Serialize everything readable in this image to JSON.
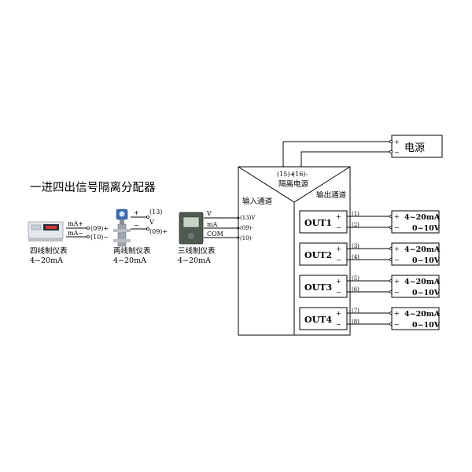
{
  "title": "一进四出信号隔离分配器",
  "power": {
    "label": "电源",
    "plus": "+",
    "minus": "−",
    "terminal_15": "(15)+",
    "terminal_16": "(16)-",
    "isolation_label": "隔离电源"
  },
  "input_channel_label": "输入通道",
  "output_channel_label": "输出通道",
  "input_terminals": {
    "t13": "(13)V",
    "t09": "(09)-",
    "t10": "(10)-"
  },
  "devices": {
    "four_wire": {
      "name": "四线制仪表",
      "range": "4~20mA",
      "ma_plus": "mA+",
      "ma_minus": "mA−",
      "t09": "(09)+",
      "t10": "(10)−"
    },
    "two_wire": {
      "name": "两线制仪表",
      "range": "4~20mA",
      "plus": "+",
      "minus": "−",
      "v": "V",
      "t13": "(13)",
      "t09": "(09)+"
    },
    "three_wire": {
      "name": "三线制仪表",
      "range": "4~20mA",
      "v": "V",
      "ma": "mA",
      "com": "COM"
    }
  },
  "outputs": [
    {
      "label": "OUT1",
      "t_plus": "(1)",
      "t_minus": "(2)",
      "sig1": "4~20mA",
      "sig2": "0~10V"
    },
    {
      "label": "OUT2",
      "t_plus": "(3)",
      "t_minus": "(4)",
      "sig1": "4~20mA",
      "sig2": "0~10V"
    },
    {
      "label": "OUT3",
      "t_plus": "(5)",
      "t_minus": "(6)",
      "sig1": "4~20mA",
      "sig2": "0~10V"
    },
    {
      "label": "OUT4",
      "t_plus": "(7)",
      "t_minus": "(8)",
      "sig1": "4~20mA",
      "sig2": "0~10V"
    }
  ],
  "sign_plus": "+",
  "sign_minus": "−"
}
